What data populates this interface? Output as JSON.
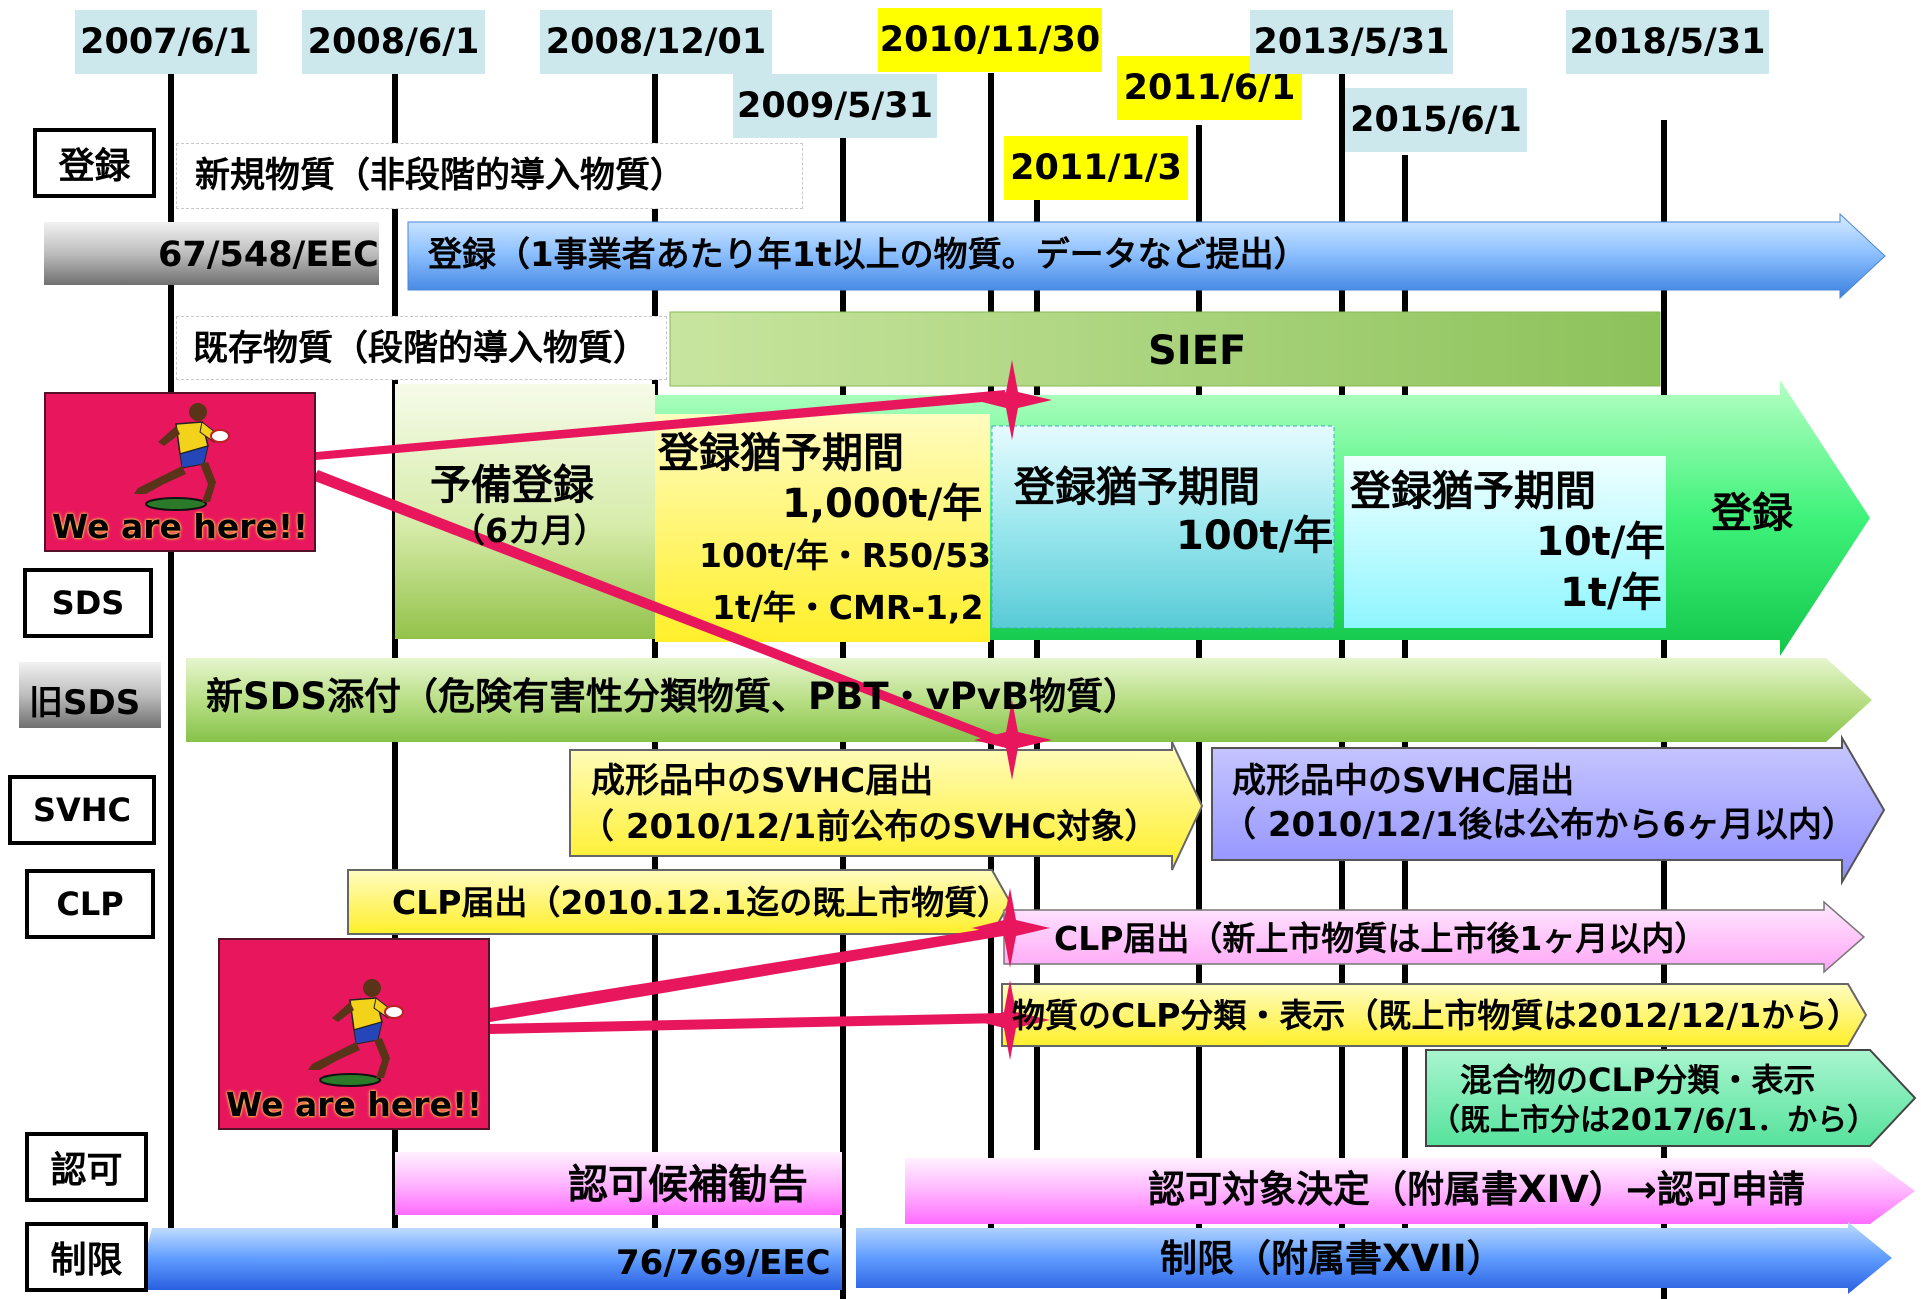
{
  "dates": [
    {
      "label": "2007/6/1",
      "style": "cyan"
    },
    {
      "label": "2008/6/1",
      "style": "cyan"
    },
    {
      "label": "2008/12/01",
      "style": "cyan"
    },
    {
      "label": "2009/5/31",
      "style": "cyan"
    },
    {
      "label": "2010/11/30",
      "style": "yellow"
    },
    {
      "label": "2011/1/3",
      "style": "yellow"
    },
    {
      "label": "2011/6/1",
      "style": "yellow"
    },
    {
      "label": "2013/5/31",
      "style": "cyan"
    },
    {
      "label": "2015/6/1",
      "style": "cyan"
    },
    {
      "label": "2018/5/31",
      "style": "cyan"
    }
  ],
  "rows": {
    "registration": "登録",
    "sds": "SDS",
    "old_sds": "旧SDS",
    "svhc": "SVHC",
    "clp": "CLP",
    "authorization": "認可",
    "restriction": "制限"
  },
  "registration": {
    "new_substances": "新規物質（非段階的導入物質）",
    "old_directive": "67/548/EEC",
    "registration_arrow": "登録（1事業者あたり年1t以上の物質。データなど提出）",
    "existing_substances": "既存物質（段階的導入物質）",
    "sief": "SIEF",
    "pre_registration": "予備登録",
    "pre_registration_period": "（6カ月）",
    "phase1_title": "登録猶予期間",
    "phase1_tonnage": "1,000t/年",
    "phase1_line2": "100t/年・R50/53",
    "phase1_line3": "1t/年・CMR-1,2",
    "phase2_title": "登録猶予期間",
    "phase2_tonnage": "100t/年",
    "phase3_title": "登録猶予期間",
    "phase3_tonnage1": "10t/年",
    "phase3_tonnage2": "1t/年",
    "final": "登録"
  },
  "sds": {
    "new_sds": "新SDS添付（危険有害性分類物質、PBT・vPvB物質）"
  },
  "svhc": {
    "before_line1": "成形品中のSVHC届出",
    "before_line2": "（ 2010/12/1前公布のSVHC対象）",
    "after_line1": "成形品中のSVHC届出",
    "after_line2": "（ 2010/12/1後は公布から6ヶ月以内）"
  },
  "clp": {
    "existing": "CLP届出（2010.12.1迄の既上市物質）",
    "new": "CLP届出（新上市物質は上市後1ヶ月以内）",
    "classification": "物質のCLP分類・表示（既上市物質は2012/12/1から）",
    "mixture_line1": "混合物のCLP分類・表示",
    "mixture_line2": "（既上市分は2017/6/1．から）"
  },
  "authorization": {
    "candidate": "認可候補勧告",
    "decision": "認可対象決定（附属書XIV）→認可申請"
  },
  "restriction": {
    "old_directive": "76/769/EEC",
    "annex": "制限（附属書XVII）"
  },
  "here_label": "We are here!!",
  "colors": {
    "date_cyan": "#cde8ec",
    "date_yellow": "#ffff00",
    "here_magenta": "#e8175d",
    "reg_blue": "#7fb4ff",
    "sief_green": "#a9d66a",
    "registration_green": "#33e86a"
  }
}
